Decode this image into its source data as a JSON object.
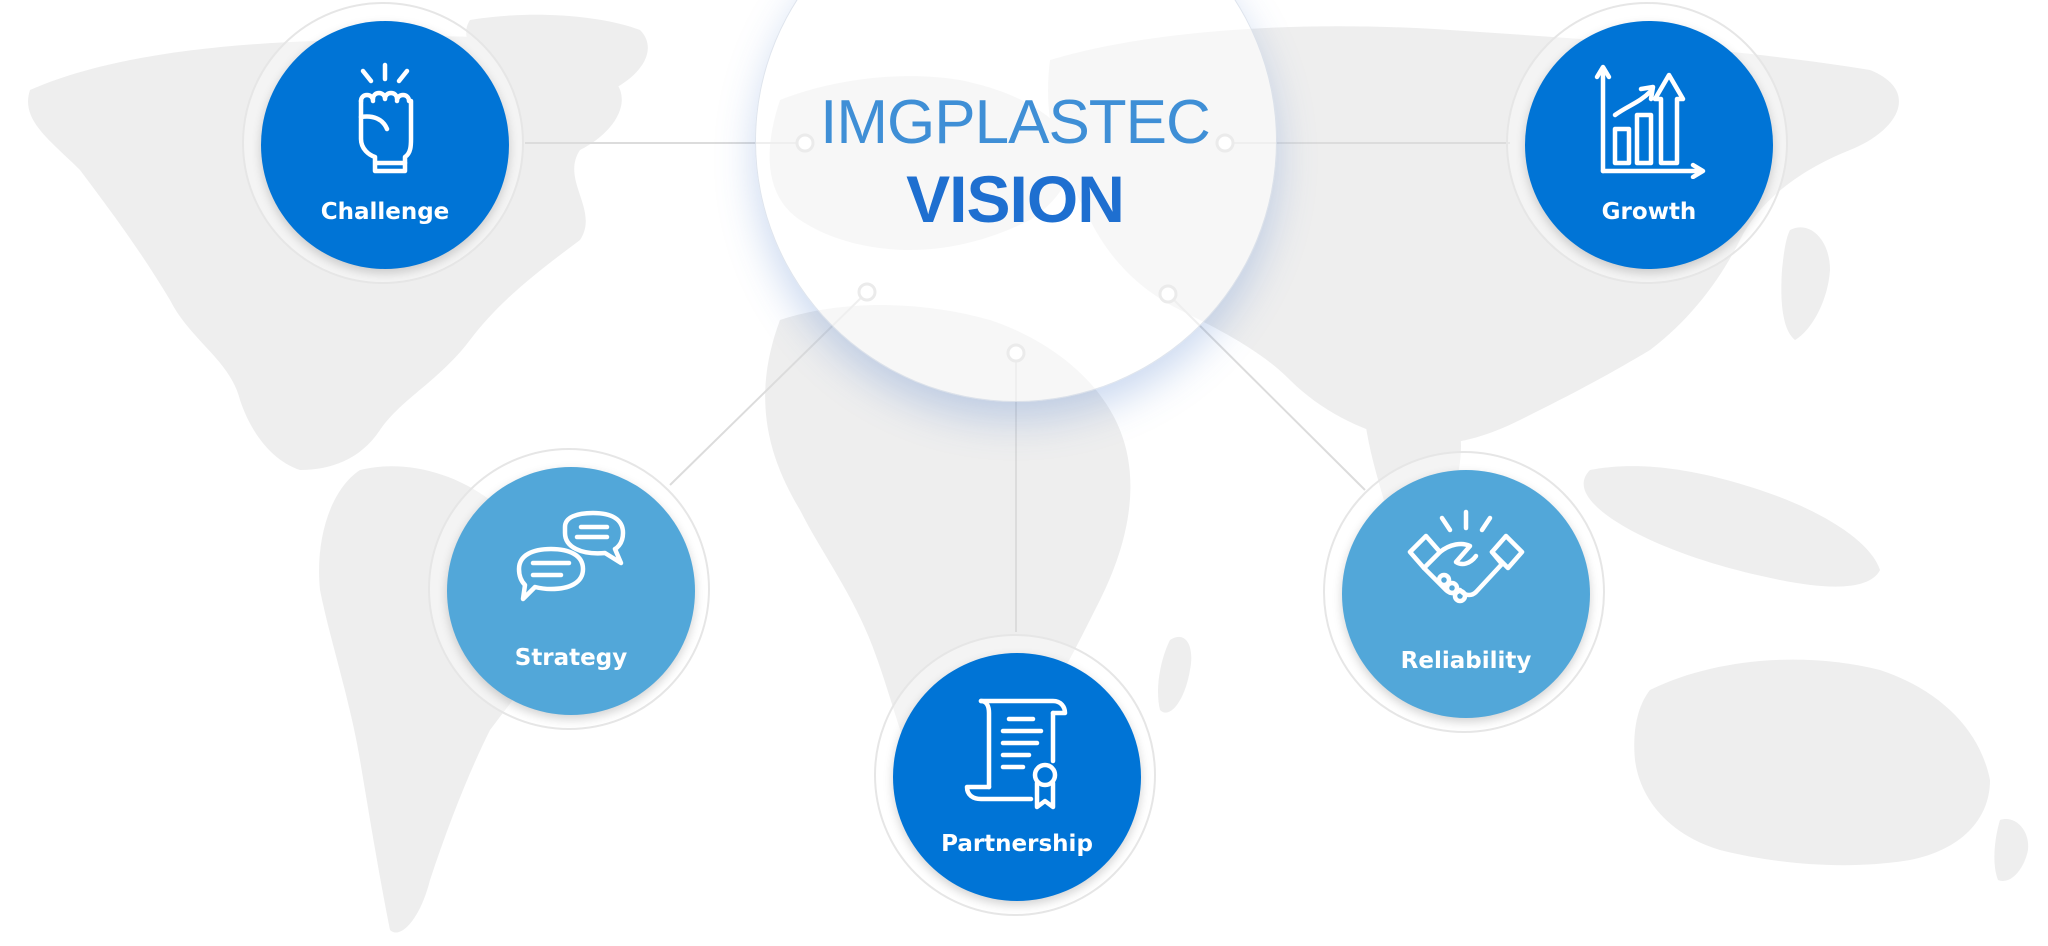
{
  "hub": {
    "title": "IMGPLASTEC",
    "subtitle": "VISION"
  },
  "nodes": [
    {
      "id": "challenge",
      "label": "Challenge",
      "icon": "fist-icon",
      "color": "#0074d6"
    },
    {
      "id": "growth",
      "label": "Growth",
      "icon": "bar-chart-growth-icon",
      "color": "#0074d6"
    },
    {
      "id": "strategy",
      "label": "Strategy",
      "icon": "speech-bubbles-icon",
      "color": "#52a7d9"
    },
    {
      "id": "partnership",
      "label": "Partnership",
      "icon": "certificate-scroll-icon",
      "color": "#0074d6"
    },
    {
      "id": "reliability",
      "label": "Reliability",
      "icon": "handshake-icon",
      "color": "#52a7d9"
    }
  ],
  "colors": {
    "primary_blue": "#0074d6",
    "light_blue": "#52a7d9",
    "title_blue": "#3f8fd6",
    "map_gray": "#ededed"
  }
}
